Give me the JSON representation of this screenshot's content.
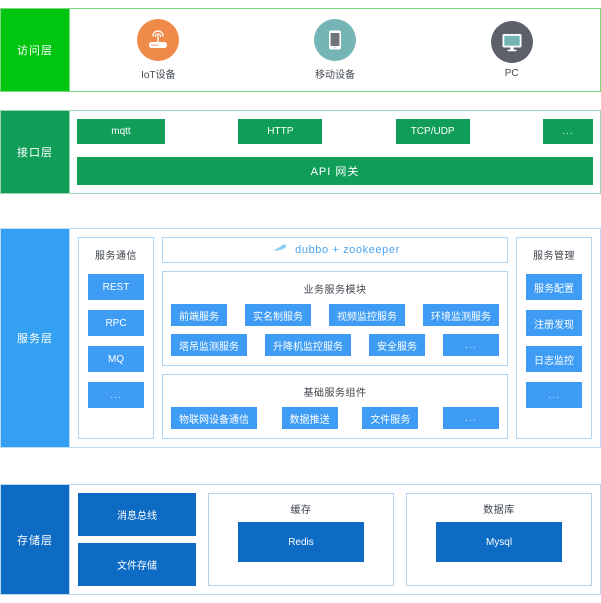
{
  "access_layer": {
    "label": "访问层",
    "accent": "#00C612",
    "border": "#7BD87B",
    "devices": [
      {
        "label": "IoT设备",
        "icon": "router-icon",
        "color": "#F08A4B"
      },
      {
        "label": "移动设备",
        "icon": "mobile-device-icon",
        "color": "#76B5B5"
      },
      {
        "label": "PC",
        "icon": "desktop-monitor-icon",
        "color": "#5B6069"
      }
    ]
  },
  "interface_layer": {
    "label": "接口层",
    "accent": "#109D58",
    "border": "#9AD6B5",
    "protocols": [
      "mqtt",
      "HTTP",
      "TCP/UDP",
      "..."
    ],
    "gateway": "API 网关"
  },
  "service_layer": {
    "label": "服务层",
    "accent": "#34A0F2",
    "border": "#BBDDF8",
    "chip_color": "#3E9CF5",
    "communication": {
      "title": "服务通信",
      "items": [
        "REST",
        "RPC",
        "MQ",
        "..."
      ]
    },
    "registry": {
      "icon": "dubbo-logo-icon",
      "text": "dubbo + zookeeper",
      "text_color": "#4BA6F0"
    },
    "business_modules": {
      "title": "业务服务模块",
      "row1": [
        "前端服务",
        "实名制服务",
        "视频监控服务",
        "环境监测服务"
      ],
      "row2": [
        "塔吊监测服务",
        "升降机监控服务",
        "安全服务",
        "..."
      ]
    },
    "base_components": {
      "title": "基础服务组件",
      "items": [
        "物联网设备通信",
        "数据推送",
        "文件服务",
        "..."
      ]
    },
    "management": {
      "title": "服务管理",
      "items": [
        "服务配置",
        "注册发现",
        "日志监控",
        "..."
      ]
    }
  },
  "storage_layer": {
    "label": "存储层",
    "accent": "#0D6BC4",
    "border": "#B9D7EF",
    "blocks": [
      "消息总线",
      "文件存储"
    ],
    "cache": {
      "title": "缓存",
      "item": "Redis"
    },
    "database": {
      "title": "数据库",
      "item": "Mysql"
    }
  }
}
